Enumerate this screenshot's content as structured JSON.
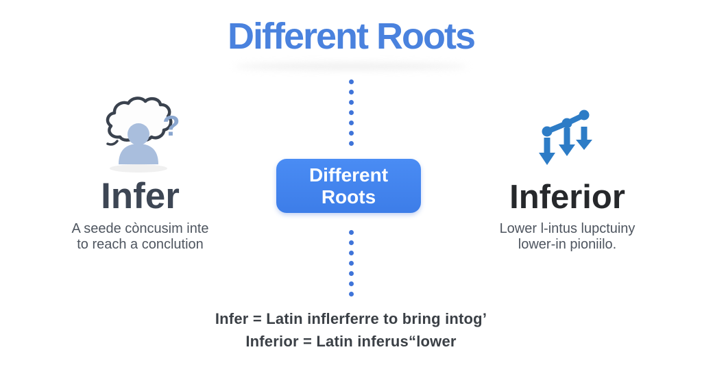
{
  "title": "Different Roots",
  "center_box": {
    "line1": "Different",
    "line2": "Roots"
  },
  "left_panel": {
    "icon": "thinking-person-icon",
    "heading": "Infer",
    "description": [
      "A seede còncusim inte",
      "to reach a conclution"
    ]
  },
  "right_panel": {
    "icon": "declining-trend-icon",
    "heading": "Inferior",
    "description": [
      "Lower l-intus lupctuiny",
      "lower-in pioniilo."
    ]
  },
  "footer": {
    "line1": "Infer = Latin inflerferre to bring intog’",
    "line2": "Inferior = Latin inferus“lower"
  },
  "colors": {
    "title_blue": "#4a82de",
    "box_blue_top": "#4a8cf4",
    "box_blue_bottom": "#3d7de8",
    "dot_blue": "#3f74d9",
    "icon_blue": "#2d7cc6",
    "person_fill": "#a9bedd",
    "cloud_stroke": "#3a424e",
    "question_blue": "#8aa6cf",
    "heading_left": "#3d4654",
    "heading_right": "#26282b",
    "subtext_grey": "#4e555f",
    "footer_grey": "#3b4046"
  }
}
